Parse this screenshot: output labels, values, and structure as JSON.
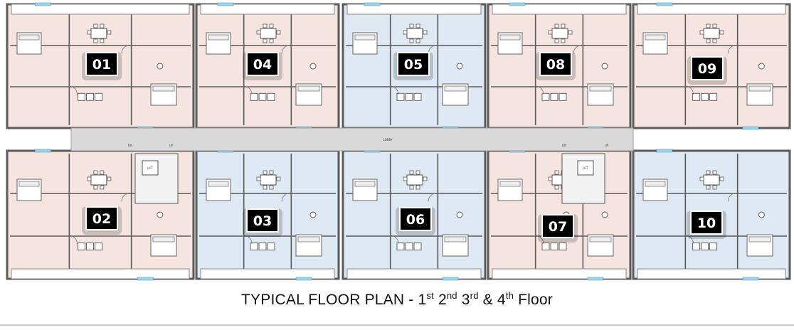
{
  "caption": {
    "text": "TYPICAL FLOOR PLAN  -  ",
    "floors": [
      {
        "num": "1",
        "suffix": "st"
      },
      {
        "num": "2",
        "suffix": "nd"
      },
      {
        "num": "3",
        "suffix": "rd"
      },
      {
        "num": "4",
        "suffix": "th"
      }
    ],
    "joiner": " & ",
    "tail": " Floor"
  },
  "corridor_label": "LOBBY",
  "stair_labels": {
    "down": "DN",
    "up": "UP",
    "lift": "LIFT"
  },
  "units": [
    {
      "id": "01",
      "tint": "#f6e4e0"
    },
    {
      "id": "02",
      "tint": "#f6e4e0"
    },
    {
      "id": "03",
      "tint": "#dfe9f4"
    },
    {
      "id": "04",
      "tint": "#f6e4e0"
    },
    {
      "id": "05",
      "tint": "#dfe9f4"
    },
    {
      "id": "06",
      "tint": "#dfe9f4"
    },
    {
      "id": "07",
      "tint": "#f6e4e0"
    },
    {
      "id": "08",
      "tint": "#f6e4e0"
    },
    {
      "id": "09",
      "tint": "#f6e4e0"
    },
    {
      "id": "10",
      "tint": "#dfe9f4"
    }
  ],
  "colors": {
    "wall": "#5a5a5a",
    "corridor": "#d9d9d9",
    "pink": "#f6e4e0",
    "blue": "#dfe9f4",
    "badge": "#000000"
  }
}
